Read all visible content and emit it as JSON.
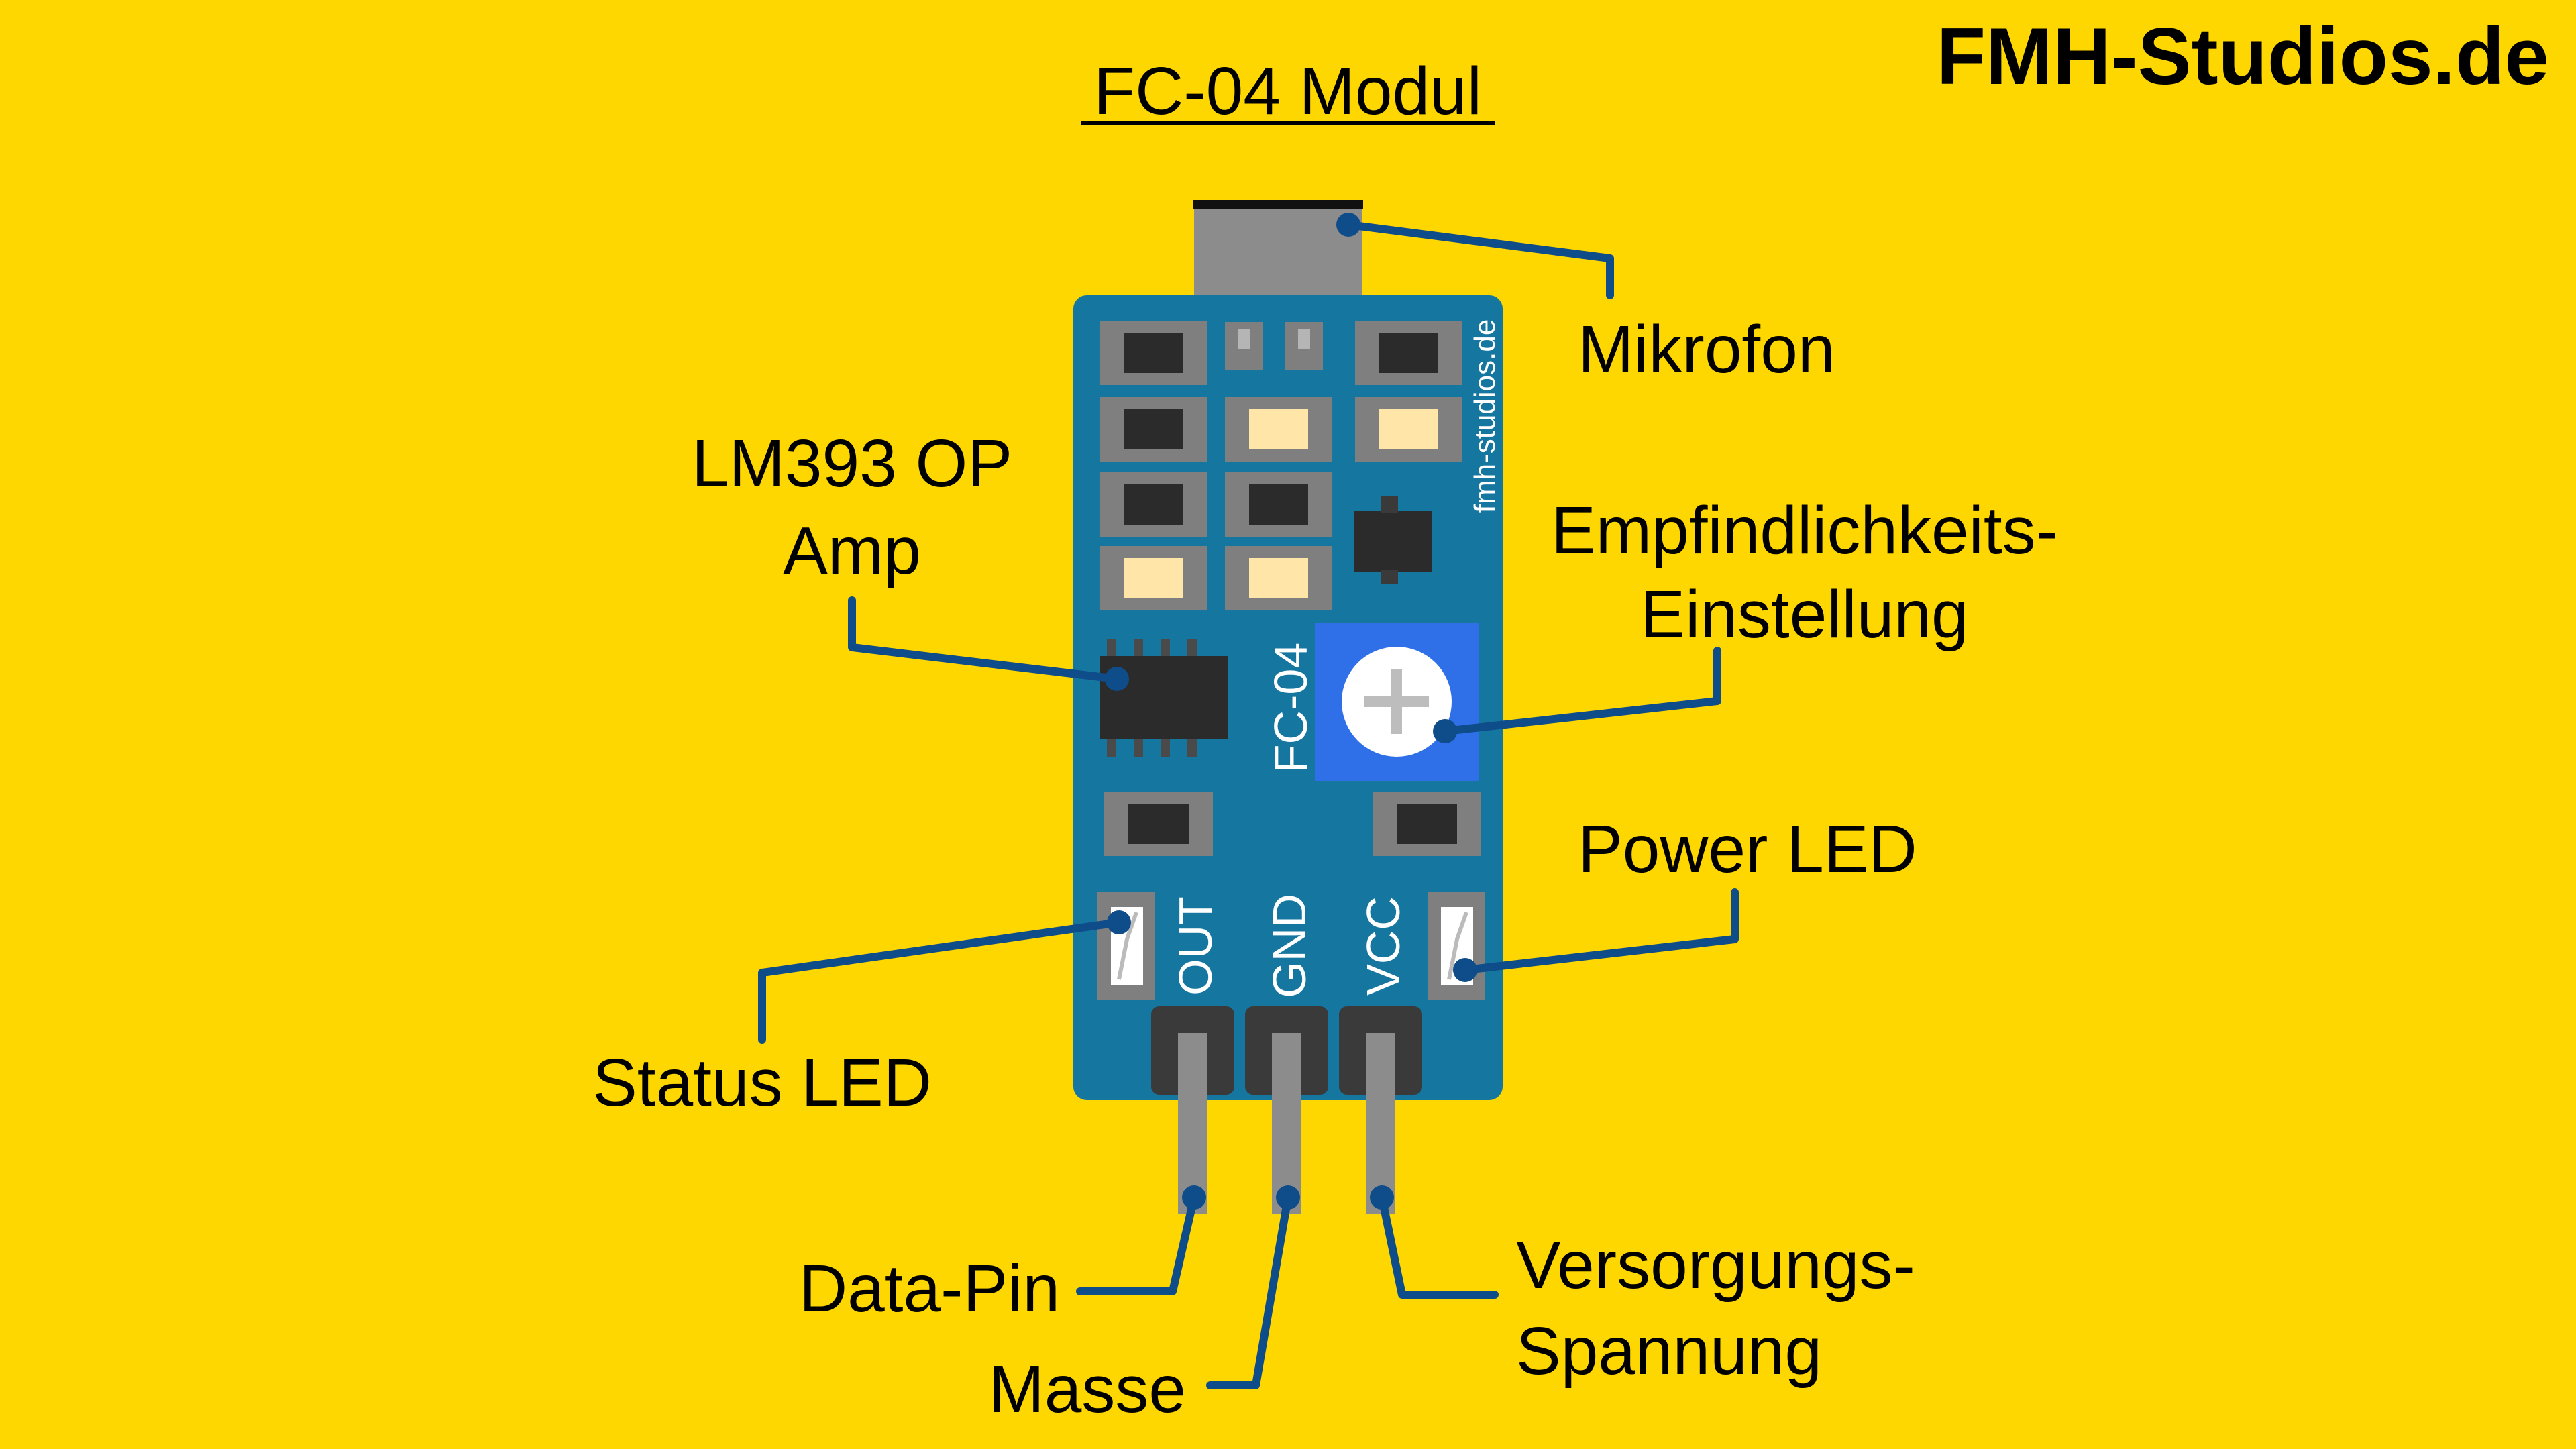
{
  "header": {
    "brand": "FMH-Studios.de",
    "title": "FC-04 Modul"
  },
  "board": {
    "side_text": "fmh-studios.de",
    "model_text": "FC-04",
    "pins": [
      "OUT",
      "GND",
      "VCC"
    ]
  },
  "labels": {
    "mikrofon": "Mikrofon",
    "lm393_line1": "LM393 OP",
    "lm393_line2": "Amp",
    "sens_line1": "Empfindlichkeits-",
    "sens_line2": "Einstellung",
    "power_led": "Power LED",
    "status_led": "Status LED",
    "data_pin": "Data-Pin",
    "masse": "Masse",
    "versorgung_line1": "Versorgungs-",
    "versorgung_line2": "Spannung"
  },
  "colors": {
    "background": "#FFD700",
    "pcb": "#1576A0",
    "leader": "#0E4C8A",
    "potentiometer": "#2F6FE8"
  }
}
